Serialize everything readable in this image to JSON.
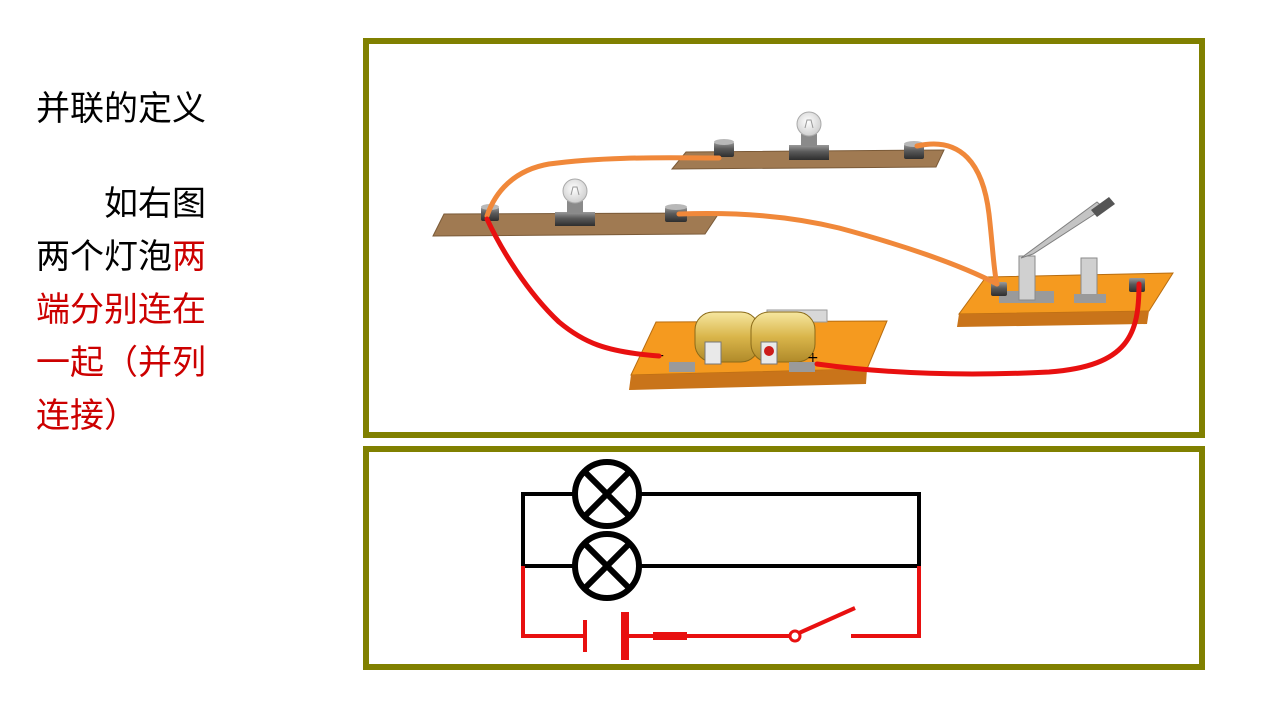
{
  "slide": {
    "title": "并联的定义",
    "description": {
      "line1": "如右图",
      "line2_black": "两个灯泡",
      "line2_red": "两",
      "line3_red": "端分别连在",
      "line4_red": "一起（并列",
      "line5_red": "连接）"
    }
  },
  "colors": {
    "frame": "#808000",
    "wire_orange": "#f0883a",
    "wire_red": "#e81010",
    "text_red": "#cc0000",
    "board": "#a07a52",
    "base_orange": "#f59a1f",
    "circuit_black": "#000000",
    "circuit_red": "#e81010"
  },
  "terminal_labels": {
    "negative": "−",
    "positive": "+"
  },
  "components": {
    "physical": [
      "lamp-board-1",
      "lamp-board-2",
      "battery-holder",
      "knife-switch"
    ],
    "schematic": [
      "lamp-symbol-1",
      "lamp-symbol-2",
      "battery-symbol",
      "switch-symbol"
    ]
  }
}
